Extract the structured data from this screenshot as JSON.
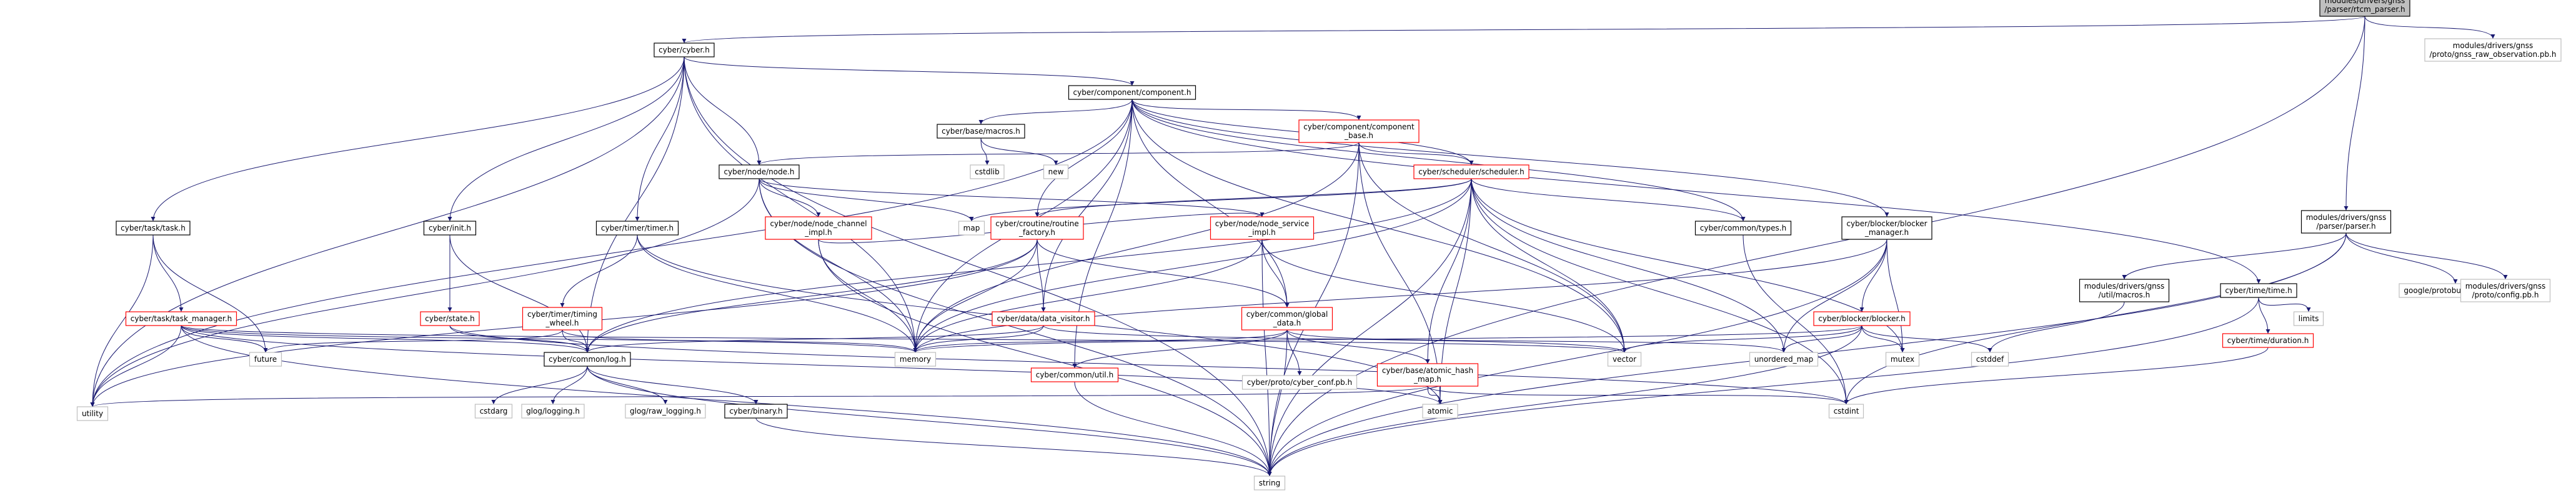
{
  "colors": {
    "edge": "#191970",
    "root_fill": "#bfbfbf",
    "root_border": "#000000",
    "red_border": "#ff0000",
    "black_border": "#000000",
    "gray_border": "#bfbfbf"
  },
  "nodes": [
    {
      "id": "root",
      "kind": "root",
      "lines": [
        "modules/drivers/gnss",
        "/parser/rtcm_parser.h"
      ]
    },
    {
      "id": "cyber_h",
      "kind": "black",
      "lines": [
        "cyber/cyber.h"
      ]
    },
    {
      "id": "raw_obs",
      "kind": "gray",
      "lines": [
        "modules/drivers/gnss",
        "/proto/gnss_raw_observation.pb.h"
      ]
    },
    {
      "id": "component_h",
      "kind": "black",
      "lines": [
        "cyber/component/component.h"
      ]
    },
    {
      "id": "parser_h",
      "kind": "black",
      "lines": [
        "modules/drivers/gnss",
        "/parser/parser.h"
      ]
    },
    {
      "id": "macros_h",
      "kind": "black",
      "lines": [
        "cyber/base/macros.h"
      ]
    },
    {
      "id": "component_base",
      "kind": "red",
      "lines": [
        "cyber/component/component",
        "_base.h"
      ]
    },
    {
      "id": "node_h",
      "kind": "black",
      "lines": [
        "cyber/node/node.h"
      ]
    },
    {
      "id": "cstdlib",
      "kind": "gray",
      "lines": [
        "cstdlib"
      ]
    },
    {
      "id": "new",
      "kind": "gray",
      "lines": [
        "new"
      ]
    },
    {
      "id": "scheduler",
      "kind": "red",
      "lines": [
        "cyber/scheduler/scheduler.h"
      ]
    },
    {
      "id": "task_h",
      "kind": "black",
      "lines": [
        "cyber/task/task.h"
      ]
    },
    {
      "id": "init_h",
      "kind": "black",
      "lines": [
        "cyber/init.h"
      ]
    },
    {
      "id": "timer_h",
      "kind": "black",
      "lines": [
        "cyber/timer/timer.h"
      ]
    },
    {
      "id": "node_channel",
      "kind": "red",
      "lines": [
        "cyber/node/node_channel",
        "_impl.h"
      ]
    },
    {
      "id": "map",
      "kind": "gray",
      "lines": [
        "map"
      ]
    },
    {
      "id": "routine_factory",
      "kind": "red",
      "lines": [
        "cyber/croutine/routine",
        "_factory.h"
      ]
    },
    {
      "id": "node_service",
      "kind": "red",
      "lines": [
        "cyber/node/node_service",
        "_impl.h"
      ]
    },
    {
      "id": "types_h",
      "kind": "black",
      "lines": [
        "cyber/common/types.h"
      ]
    },
    {
      "id": "blocker_manager",
      "kind": "black",
      "lines": [
        "cyber/blocker/blocker",
        "_manager.h"
      ]
    },
    {
      "id": "time_h",
      "kind": "black",
      "lines": [
        "cyber/time/time.h"
      ]
    },
    {
      "id": "gnss_macros",
      "kind": "black",
      "lines": [
        "modules/drivers/gnss",
        "/util/macros.h"
      ]
    },
    {
      "id": "protobuf_msg",
      "kind": "gray",
      "lines": [
        "google/protobuf/message.h"
      ]
    },
    {
      "id": "config_pb",
      "kind": "gray",
      "lines": [
        "modules/drivers/gnss",
        "/proto/config.pb.h"
      ]
    },
    {
      "id": "task_manager",
      "kind": "red",
      "lines": [
        "cyber/task/task_manager.h"
      ]
    },
    {
      "id": "state_h",
      "kind": "red",
      "lines": [
        "cyber/state.h"
      ]
    },
    {
      "id": "timing_wheel",
      "kind": "red",
      "lines": [
        "cyber/timer/timing",
        "_wheel.h"
      ]
    },
    {
      "id": "data_visitor",
      "kind": "red",
      "lines": [
        "cyber/data/data_visitor.h"
      ]
    },
    {
      "id": "global_data",
      "kind": "red",
      "lines": [
        "cyber/common/global",
        "_data.h"
      ]
    },
    {
      "id": "blocker_h",
      "kind": "red",
      "lines": [
        "cyber/blocker/blocker.h"
      ]
    },
    {
      "id": "duration_h",
      "kind": "red",
      "lines": [
        "cyber/time/duration.h"
      ]
    },
    {
      "id": "limits",
      "kind": "gray",
      "lines": [
        "limits"
      ]
    },
    {
      "id": "future",
      "kind": "gray",
      "lines": [
        "future"
      ]
    },
    {
      "id": "log_h",
      "kind": "black",
      "lines": [
        "cyber/common/log.h"
      ]
    },
    {
      "id": "memory",
      "kind": "gray",
      "lines": [
        "memory"
      ]
    },
    {
      "id": "util_h",
      "kind": "red",
      "lines": [
        "cyber/common/util.h"
      ]
    },
    {
      "id": "cyber_conf",
      "kind": "gray",
      "lines": [
        "cyber/proto/cyber_conf.pb.h"
      ]
    },
    {
      "id": "atomic_hash",
      "kind": "red",
      "lines": [
        "cyber/base/atomic_hash",
        "_map.h"
      ]
    },
    {
      "id": "vector",
      "kind": "gray",
      "lines": [
        "vector"
      ]
    },
    {
      "id": "unordered_map",
      "kind": "gray",
      "lines": [
        "unordered_map"
      ]
    },
    {
      "id": "mutex",
      "kind": "gray",
      "lines": [
        "mutex"
      ]
    },
    {
      "id": "cstddef",
      "kind": "gray",
      "lines": [
        "cstddef"
      ]
    },
    {
      "id": "utility",
      "kind": "gray",
      "lines": [
        "utility"
      ]
    },
    {
      "id": "cstdarg",
      "kind": "gray",
      "lines": [
        "cstdarg"
      ]
    },
    {
      "id": "glog_logging",
      "kind": "gray",
      "lines": [
        "glog/logging.h"
      ]
    },
    {
      "id": "glog_raw",
      "kind": "gray",
      "lines": [
        "glog/raw_logging.h"
      ]
    },
    {
      "id": "binary_h",
      "kind": "black",
      "lines": [
        "cyber/binary.h"
      ]
    },
    {
      "id": "atomic",
      "kind": "gray",
      "lines": [
        "atomic"
      ]
    },
    {
      "id": "cstdint",
      "kind": "gray",
      "lines": [
        "cstdint"
      ]
    },
    {
      "id": "string",
      "kind": "gray",
      "lines": [
        "string"
      ]
    }
  ],
  "edges": [
    [
      "root",
      "cyber_h"
    ],
    [
      "root",
      "raw_obs"
    ],
    [
      "root",
      "parser_h"
    ],
    [
      "root",
      "string"
    ],
    [
      "cyber_h",
      "component_h"
    ],
    [
      "cyber_h",
      "task_h"
    ],
    [
      "cyber_h",
      "init_h"
    ],
    [
      "cyber_h",
      "node_h"
    ],
    [
      "cyber_h",
      "timer_h"
    ],
    [
      "cyber_h",
      "log_h"
    ],
    [
      "cyber_h",
      "memory"
    ],
    [
      "cyber_h",
      "string"
    ],
    [
      "cyber_h",
      "utility"
    ],
    [
      "component_h",
      "macros_h"
    ],
    [
      "component_h",
      "component_base"
    ],
    [
      "component_h",
      "scheduler"
    ],
    [
      "component_h",
      "routine_factory"
    ],
    [
      "component_h",
      "data_visitor"
    ],
    [
      "component_h",
      "types_h"
    ],
    [
      "component_h",
      "global_data"
    ],
    [
      "component_h",
      "util_h"
    ],
    [
      "component_h",
      "blocker_manager"
    ],
    [
      "component_h",
      "time_h"
    ],
    [
      "component_h",
      "memory"
    ],
    [
      "component_h",
      "vector"
    ],
    [
      "component_h",
      "utility"
    ],
    [
      "macros_h",
      "cstdlib"
    ],
    [
      "macros_h",
      "new"
    ],
    [
      "component_base",
      "node_h"
    ],
    [
      "component_base",
      "scheduler"
    ],
    [
      "component_base",
      "memory"
    ],
    [
      "component_base",
      "vector"
    ],
    [
      "component_base",
      "string"
    ],
    [
      "component_base",
      "atomic"
    ],
    [
      "node_h",
      "node_channel"
    ],
    [
      "node_h",
      "node_service"
    ],
    [
      "node_h",
      "map"
    ],
    [
      "node_h",
      "memory"
    ],
    [
      "node_h",
      "string"
    ],
    [
      "node_h",
      "utility"
    ],
    [
      "scheduler",
      "map"
    ],
    [
      "scheduler",
      "routine_factory"
    ],
    [
      "scheduler",
      "types_h"
    ],
    [
      "scheduler",
      "log_h"
    ],
    [
      "scheduler",
      "atomic_hash"
    ],
    [
      "scheduler",
      "memory"
    ],
    [
      "scheduler",
      "vector"
    ],
    [
      "scheduler",
      "unordered_map"
    ],
    [
      "scheduler",
      "mutex"
    ],
    [
      "scheduler",
      "atomic"
    ],
    [
      "scheduler",
      "string"
    ],
    [
      "scheduler",
      "cstdint"
    ],
    [
      "task_h",
      "task_manager"
    ],
    [
      "task_h",
      "future"
    ],
    [
      "task_h",
      "utility"
    ],
    [
      "init_h",
      "state_h"
    ],
    [
      "init_h",
      "log_h"
    ],
    [
      "timer_h",
      "timing_wheel"
    ],
    [
      "timer_h",
      "memory"
    ],
    [
      "timer_h",
      "atomic"
    ],
    [
      "node_channel",
      "node_service"
    ],
    [
      "node_channel",
      "memory"
    ],
    [
      "node_channel",
      "string"
    ],
    [
      "routine_factory",
      "data_visitor"
    ],
    [
      "routine_factory",
      "global_data"
    ],
    [
      "routine_factory",
      "log_h"
    ],
    [
      "routine_factory",
      "memory"
    ],
    [
      "routine_factory",
      "utility"
    ],
    [
      "node_service",
      "global_data"
    ],
    [
      "node_service",
      "memory"
    ],
    [
      "node_service",
      "vector"
    ],
    [
      "node_service",
      "string"
    ],
    [
      "types_h",
      "cstdint"
    ],
    [
      "blocker_manager",
      "blocker_h"
    ],
    [
      "blocker_manager",
      "memory"
    ],
    [
      "blocker_manager",
      "mutex"
    ],
    [
      "blocker_manager",
      "unordered_map"
    ],
    [
      "blocker_manager",
      "string"
    ],
    [
      "time_h",
      "duration_h"
    ],
    [
      "time_h",
      "limits"
    ],
    [
      "time_h",
      "string"
    ],
    [
      "parser_h",
      "gnss_macros"
    ],
    [
      "parser_h",
      "protobuf_msg"
    ],
    [
      "parser_h",
      "config_pb"
    ],
    [
      "parser_h",
      "cstdint"
    ],
    [
      "parser_h",
      "string"
    ],
    [
      "gnss_macros",
      "cstddef"
    ],
    [
      "task_manager",
      "log_h"
    ],
    [
      "task_manager",
      "memory"
    ],
    [
      "task_manager",
      "future"
    ],
    [
      "task_manager",
      "utility"
    ],
    [
      "task_manager",
      "string"
    ],
    [
      "task_manager",
      "vector"
    ],
    [
      "task_manager",
      "atomic"
    ],
    [
      "state_h",
      "log_h"
    ],
    [
      "state_h",
      "cstdint"
    ],
    [
      "timing_wheel",
      "log_h"
    ],
    [
      "timing_wheel",
      "future"
    ],
    [
      "timing_wheel",
      "memory"
    ],
    [
      "data_visitor",
      "log_h"
    ],
    [
      "data_visitor",
      "memory"
    ],
    [
      "data_visitor",
      "vector"
    ],
    [
      "global_data",
      "util_h"
    ],
    [
      "global_data",
      "cyber_conf"
    ],
    [
      "global_data",
      "atomic_hash"
    ],
    [
      "global_data",
      "unordered_map"
    ],
    [
      "global_data",
      "string"
    ],
    [
      "global_data",
      "memory"
    ],
    [
      "blocker_h",
      "memory"
    ],
    [
      "blocker_h",
      "vector"
    ],
    [
      "blocker_h",
      "mutex"
    ],
    [
      "blocker_h",
      "unordered_map"
    ],
    [
      "blocker_h",
      "cstddef"
    ],
    [
      "blocker_h",
      "string"
    ],
    [
      "duration_h",
      "cstdint"
    ],
    [
      "log_h",
      "cstdarg"
    ],
    [
      "log_h",
      "glog_logging"
    ],
    [
      "log_h",
      "glog_raw"
    ],
    [
      "log_h",
      "binary_h"
    ],
    [
      "log_h",
      "string"
    ],
    [
      "util_h",
      "string"
    ],
    [
      "atomic_hash",
      "atomic"
    ],
    [
      "atomic_hash",
      "cstdint"
    ],
    [
      "atomic_hash",
      "utility"
    ],
    [
      "binary_h",
      "string"
    ]
  ]
}
